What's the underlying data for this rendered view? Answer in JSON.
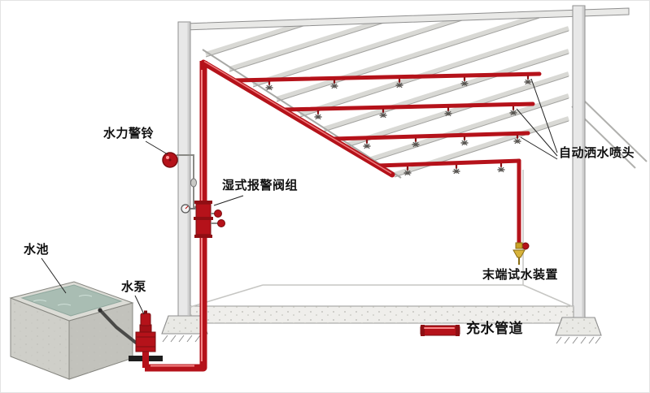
{
  "labels": {
    "alarm_bell": "水力警铃",
    "wet_alarm_valve": "湿式报警阀组",
    "sprinkler_heads": "自动洒水喷头",
    "end_test_device": "末端试水装置",
    "water_pool": "水池",
    "water_pump": "水泵"
  },
  "legend": {
    "filled_pipe_label": "充水管道"
  },
  "colors": {
    "pipe_red": "#b5121a",
    "pipe_dark": "#7a0d10",
    "pipe_highlight": "#ff9a9a",
    "structure_fill": "#e9e9e7",
    "structure_stroke": "#8f8f8f",
    "water": "#a9bdb3",
    "brass": "#c9a227"
  }
}
